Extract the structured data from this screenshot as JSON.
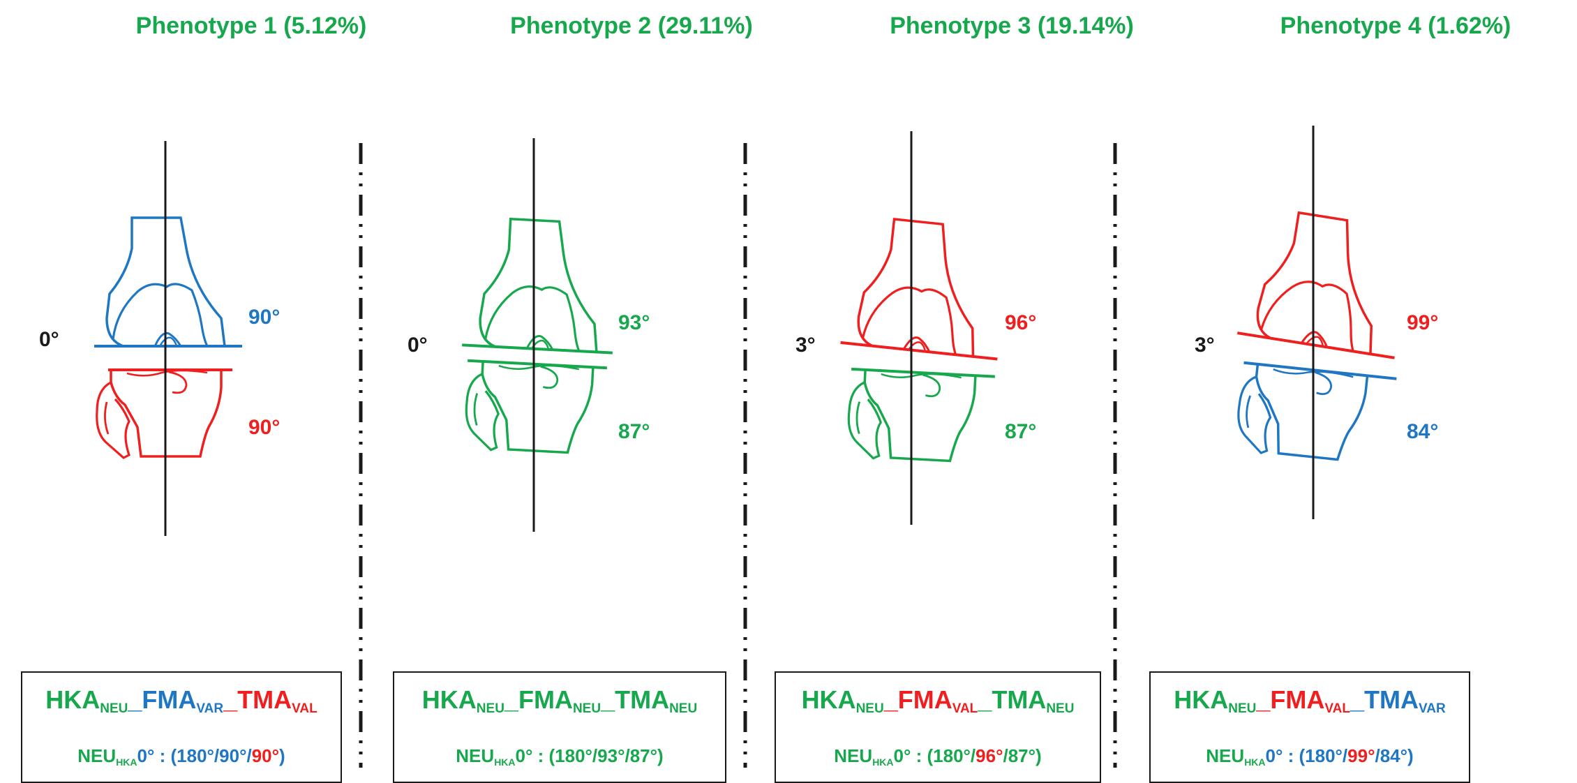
{
  "colors": {
    "neutral": "#17a84e",
    "varus": "#1f77c4",
    "valgus": "#f01f1f",
    "axis": "#1a1a1a"
  },
  "phenotypes": [
    {
      "title": "Phenotype 1 (5.12%)",
      "hka_angle": "0°",
      "femur_angle": "90°",
      "tibia_angle": "90°",
      "code": {
        "hka": "HKA",
        "hka_sub": "NEU",
        "sep1": "_",
        "fma": "FMA",
        "fma_sub": "VAR",
        "sep2": "_",
        "tma": "TMA",
        "tma_sub": "VAL"
      },
      "neu": {
        "prefix": "NEU",
        "prefix_sub": "HKA",
        "rest": "0° : (180°/",
        "fma_val": "90°",
        "slash": "/",
        "tma_val": "90°",
        "close": ")"
      }
    },
    {
      "title": "Phenotype 2 (29.11%)",
      "hka_angle": "0°",
      "femur_angle": "93°",
      "tibia_angle": "87°",
      "code": {
        "hka": "HKA",
        "hka_sub": "NEU",
        "sep1": "_",
        "fma": "FMA",
        "fma_sub": "NEU",
        "sep2": "_",
        "tma": "TMA",
        "tma_sub": "NEU"
      },
      "neu": {
        "prefix": "NEU",
        "prefix_sub": "HKA",
        "rest": "0° : (180°/",
        "fma_val": "93°",
        "slash": "/",
        "tma_val": "87°",
        "close": ")"
      }
    },
    {
      "title": "Phenotype 3 (19.14%)",
      "hka_angle": "3°",
      "femur_angle": "96°",
      "tibia_angle": "87°",
      "code": {
        "hka": "HKA",
        "hka_sub": "NEU",
        "sep1": "_",
        "fma": "FMA",
        "fma_sub": "VAL",
        "sep2": "_",
        "tma": "TMA",
        "tma_sub": "NEU"
      },
      "neu": {
        "prefix": "NEU",
        "prefix_sub": "HKA",
        "rest": "0° : (180°/",
        "fma_val": "96°",
        "slash": "/",
        "tma_val": "87°",
        "close": ")"
      }
    },
    {
      "title": "Phenotype 4 (1.62%)",
      "hka_angle": "3°",
      "femur_angle": "99°",
      "tibia_angle": "84°",
      "code": {
        "hka": "HKA",
        "hka_sub": "NEU",
        "sep1": "_",
        "fma": "FMA",
        "fma_sub": "VAL",
        "sep2": "_",
        "tma": "TMA",
        "tma_sub": "VAR"
      },
      "neu": {
        "prefix": "NEU",
        "prefix_sub": "HKA",
        "rest": "0° : (180°/",
        "fma_val": "99°",
        "slash": "/",
        "tma_val": "84°",
        "close": ")"
      }
    }
  ]
}
